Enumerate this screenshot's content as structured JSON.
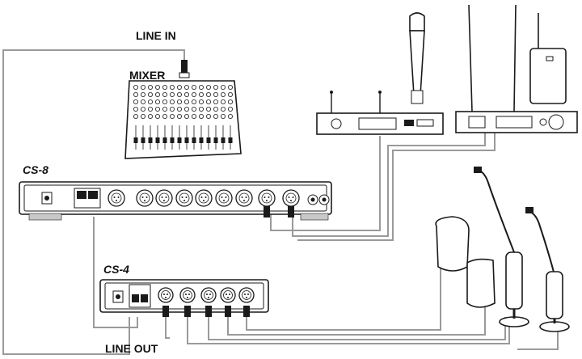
{
  "labels": {
    "line_in": "LINE IN",
    "mixer": "MIXER",
    "cs8": "CS-8",
    "cs4": "CS-4",
    "line_out": "LINE OUT"
  }
}
